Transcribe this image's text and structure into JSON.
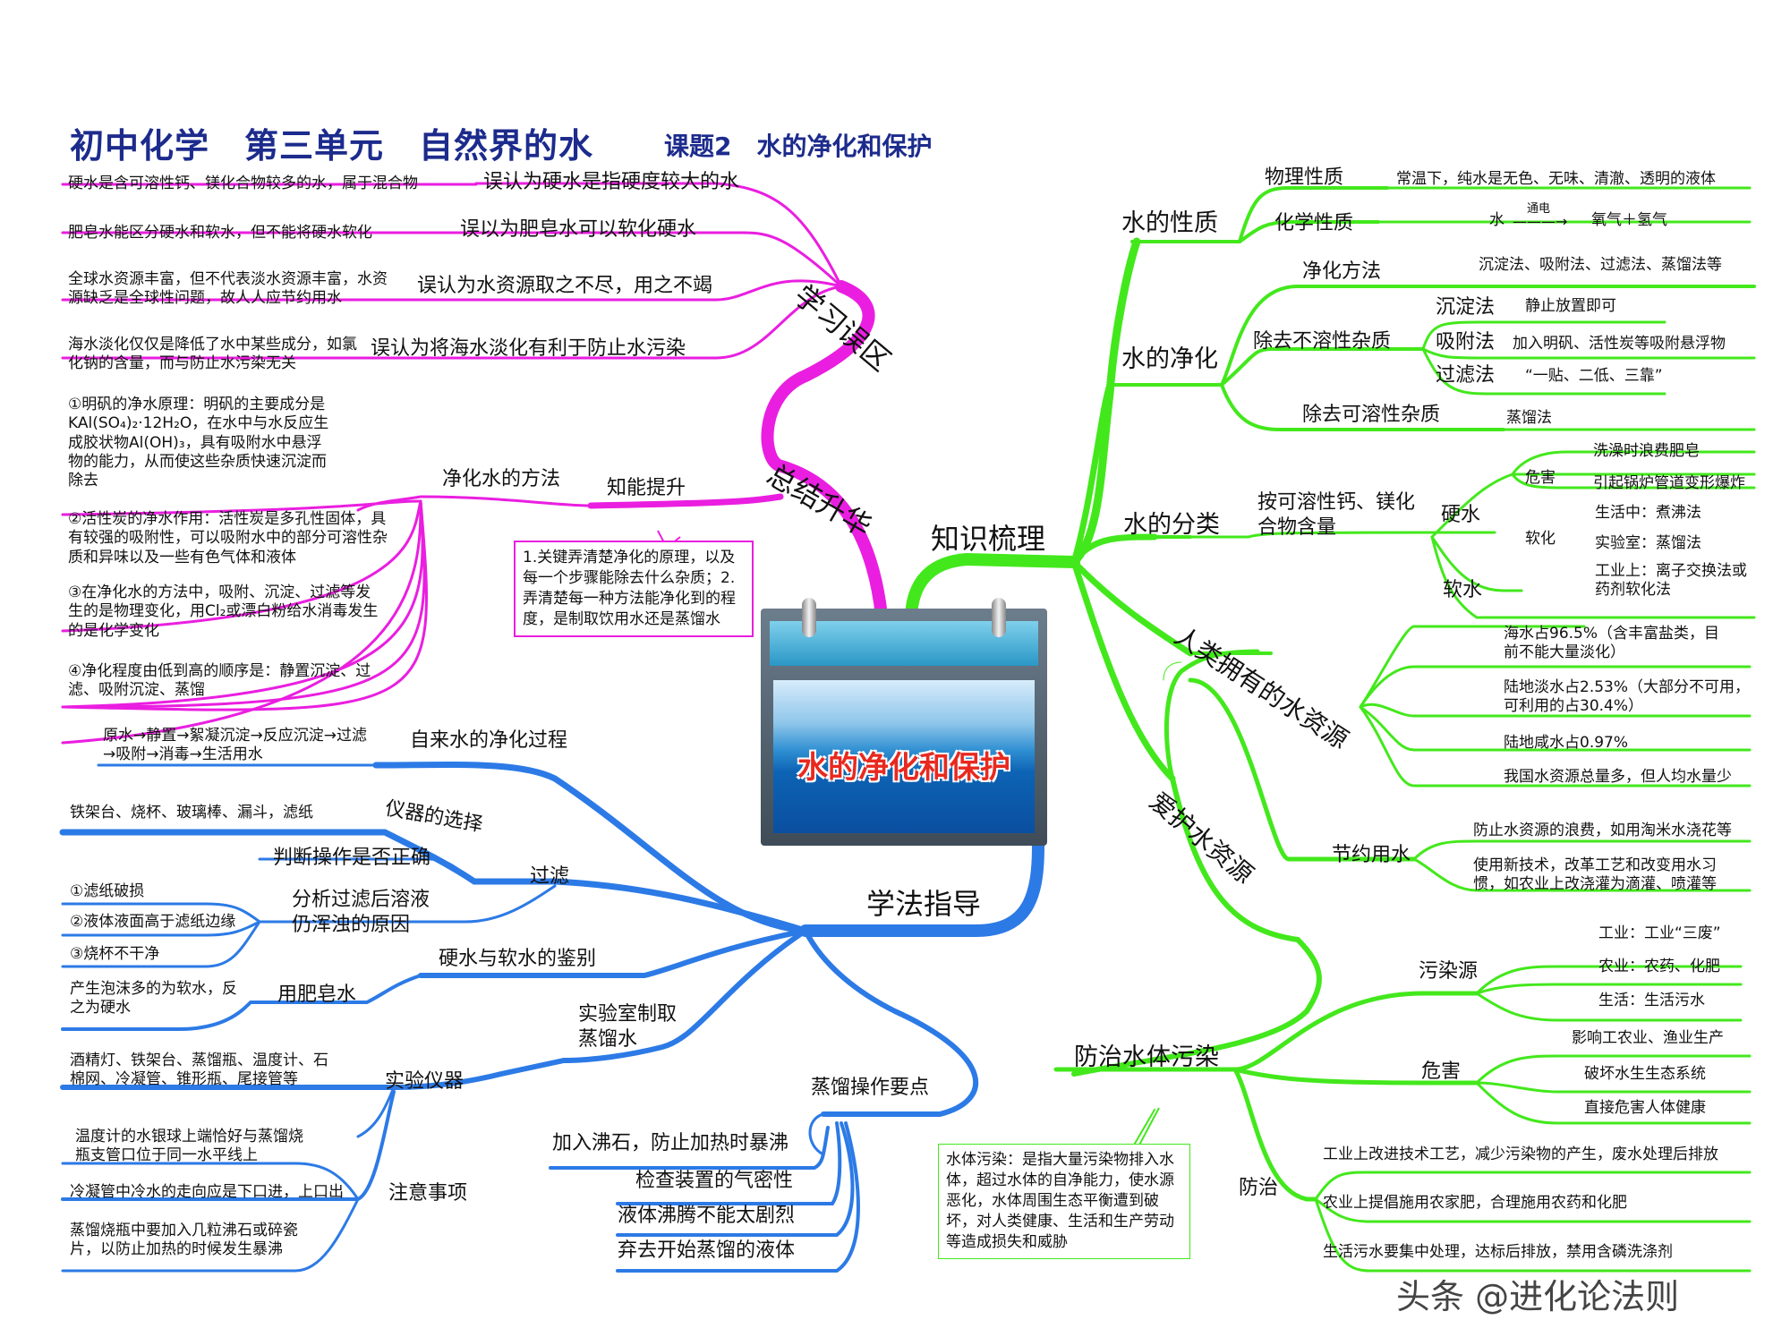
{
  "header": {
    "title": "初中化学　第三单元　自然界的水",
    "subtitle": "课题2　水的净化和保护"
  },
  "center": {
    "title": "水的净化和保护"
  },
  "branches": {
    "learn": "学习误区",
    "summary": "总结升华",
    "knowledge": "知识梳理",
    "method": "学法指导"
  },
  "mistakes": {
    "items": [
      {
        "label": "误认为硬水是指硬度较大的水",
        "note": "硬水是含可溶性钙、镁化合物较多的水，属于混合物"
      },
      {
        "label": "误以为肥皂水可以软化硬水",
        "note": "肥皂水能区分硬水和软水，但不能将硬水软化"
      },
      {
        "label": "误认为水资源取之不尽，用之不竭",
        "note": "全球水资源丰富，但不代表淡水资源丰富，水资源缺乏是全球性问题，故人人应节约用水"
      },
      {
        "label": "误认为将海水淡化有利于防止水污染",
        "note": "海水淡化仅仅是降低了水中某些成分，如氯化钠的含量，而与防止水污染无关"
      }
    ]
  },
  "ability": {
    "label": "知能提升",
    "method": "净化水的方法",
    "notes": [
      "①明矾的净水原理：明矾的主要成分是KAl(SO₄)₂·12H₂O，在水中与水反应生成胶状物Al(OH)₃，具有吸附水中悬浮物的能力，从而使这些杂质快速沉淀而除去",
      "②活性炭的净水作用：活性炭是多孔性固体，具有较强的吸附性，可以吸附水中的部分可溶性杂质和异味以及一些有色气体和液体",
      "③在净化水的方法中，吸附、沉淀、过滤等发生的是物理变化，用Cl₂或漂白粉给水消毒发生的是化学变化",
      "④净化程度由低到高的顺序是：静置沉淀、过滤、吸附沉淀、蒸馏"
    ],
    "tip": "1.关键弄清楚净化的原理，以及每一个步骤能除去什么杂质；2.弄清楚每一种方法能净化到的程度，是制取饮用水还是蒸馏水"
  },
  "knowledge": {
    "props": {
      "label": "水的性质",
      "physical": "物理性质",
      "physical_note": "常温下，纯水是无色、无味、清澈、透明的液体",
      "chemical": "化学性质",
      "eq_left": "水",
      "eq_cond": "通电",
      "eq_right": "氧气＋氢气"
    },
    "purify": {
      "label": "水的净化",
      "method": "净化方法",
      "method_note": "沉淀法、吸附法、过滤法、蒸馏法等",
      "insoluble": "除去不溶性杂质",
      "settle": "沉淀法",
      "settle_note": "静止放置即可",
      "adsorb": "吸附法",
      "adsorb_note": "加入明矾、活性炭等吸附悬浮物",
      "filter": "过滤法",
      "filter_note": "“一贴、二低、三靠”",
      "soluble": "除去可溶性杂质",
      "soluble_note": "蒸馏法"
    },
    "classify": {
      "label": "水的分类",
      "basis": "按可溶性钙、镁化合物含量",
      "hard": "硬水",
      "soft": "软水",
      "harm": "危害",
      "harm1": "洗澡时浪费肥皂",
      "harm2": "引起锅炉管道变形爆炸",
      "soften": "软化",
      "soften1": "生活中：煮沸法",
      "soften2": "实验室：蒸馏法",
      "soften3": "工业上：离子交换法或药剂软化法"
    },
    "resources": {
      "label": "人类拥有的水资源",
      "r1": "海水占96.5%（含丰富盐类，目前不能大量淡化）",
      "r2": "陆地淡水占2.53%（大部分不可用，可利用的占30.4%）",
      "r3": "陆地咸水占0.97%",
      "r4": "我国水资源总量多，但人均水量少"
    },
    "protect": {
      "label": "爱护水资源",
      "save": "节约用水",
      "save1": "防止水资源的浪费，如用淘米水浇花等",
      "save2": "使用新技术，改革工艺和改变用水习惯，如农业上改浇灌为滴灌、喷灌等"
    },
    "pollution": {
      "label": "防治水体污染",
      "source": "污染源",
      "src1": "工业：工业“三废”",
      "src2": "农业：农药、化肥",
      "src3": "生活：生活污水",
      "harm": "危害",
      "h1": "影响工农业、渔业生产",
      "h2": "破坏水生生态系统",
      "h3": "直接危害人体健康",
      "prevent": "防治",
      "p1": "工业上改进技术工艺，减少污染物的产生，废水处理后排放",
      "p2": "农业上提倡施用农家肥，合理施用农药和化肥",
      "p3": "生活污水要集中处理，达标后排放，禁用含磷洗涤剂",
      "definition": "水体污染：是指大量污染物排入水体，超过水体的自净能力，使水源恶化，水体周围生态平衡遭到破坏，对人类健康、生活和生产劳动等造成损失和威胁"
    }
  },
  "method": {
    "tapwater": "自来水的净化过程",
    "tapwater_note": "原水→静置→絮凝沉淀→反应沉淀→过滤→吸附→消毒→生活用水",
    "filter": "过滤",
    "instrument": "仪器的选择",
    "instrument_note": "铁架台、烧杯、玻璃棒、漏斗，滤纸",
    "judge": "判断操作是否正确",
    "analyze": "分析过滤后溶液仍浑浊的原因",
    "c1": "①滤纸破损",
    "c2": "②液体液面高于滤纸边缘",
    "c3": "③烧杯不干净",
    "hardsoft": "硬水与软水的鉴别",
    "soap": "用肥皂水",
    "soap_note": "产生泡沫多的为软水，反之为硬水",
    "distill": "实验室制取蒸馏水",
    "apparatus": "实验仪器",
    "apparatus_note": "酒精灯、铁架台、蒸馏瓶、温度计、石棉网、冷凝管、锥形瓶、尾接管等",
    "attention": "注意事项",
    "a1": "温度计的水银球上端恰好与蒸馏烧瓶支管口位于同一水平线上",
    "a2": "冷凝管中冷水的走向应是下口进，上口出",
    "a3": "蒸馏烧瓶中要加入几粒沸石或碎瓷片，以防止加热的时候发生暴沸",
    "keypoints": "蒸馏操作要点",
    "k1": "加入沸石，防止加热时暴沸",
    "k2": "检查装置的气密性",
    "k3": "液体沸腾不能太剧烈",
    "k4": "弃去开始蒸馏的液体"
  },
  "watermark": "头条 @进化论法则",
  "colors": {
    "magenta": "#ea1ee0",
    "green": "#43e81c",
    "blue": "#2c7ae6",
    "title": "#1c2b8c",
    "red": "#e8291f"
  }
}
